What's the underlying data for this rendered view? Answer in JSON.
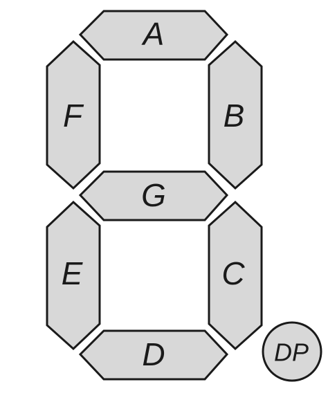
{
  "segments": {
    "a": "A",
    "b": "B",
    "c": "C",
    "d": "D",
    "e": "E",
    "f": "F",
    "g": "G"
  },
  "decimal_point": "DP",
  "colors": {
    "segment_fill": "#d8d8d8",
    "outline": "#1a1a1a",
    "background": "#ffffff"
  }
}
